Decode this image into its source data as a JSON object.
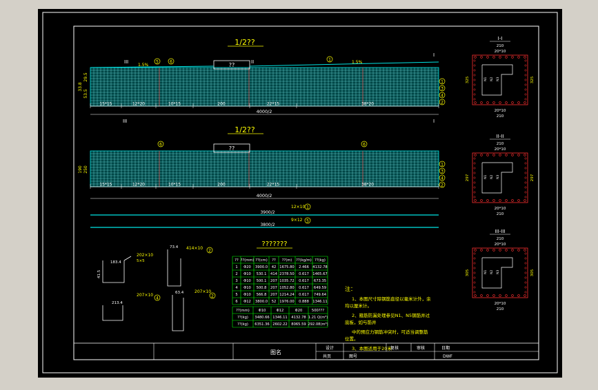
{
  "colors": {
    "background": "#000000",
    "frame": "#ffffff",
    "cyan": "#00e5e5",
    "yellow": "#ffff00",
    "red": "#ff3030",
    "green": "#00ff00",
    "white": "#ffffff",
    "magenta": "#ff40ff"
  },
  "elevation_1": {
    "title": "1/2??",
    "marker_a": "I",
    "marker_a2": "III",
    "marker_b": "II",
    "marker_c": "I",
    "slope_left": "1.5%",
    "slope_right": "1.5%",
    "circle_5": "5",
    "circle_6": "6",
    "circle_1": "1",
    "center_box": "??",
    "dims": [
      "15*15",
      "12*20",
      "10*15",
      "200",
      "22*15",
      "38*20"
    ],
    "total": "4000/2",
    "marker_bottom_left": "III",
    "marker_bottom_right": "I",
    "left_labels": [
      "33.8",
      "29.5",
      "53.5"
    ],
    "right_circles": [
      "1",
      "3",
      "4",
      "2"
    ]
  },
  "elevation_2": {
    "title": "1/2??",
    "circle_6": "6",
    "circle_6b": "6",
    "center_box": "??",
    "dims": [
      "15*15",
      "12*20",
      "10*15",
      "200",
      "22*15",
      "38*20"
    ],
    "total": "4000/2",
    "left_labels": [
      "190",
      "250"
    ],
    "right_circles": [
      "1",
      "3",
      "4",
      "2"
    ]
  },
  "longitudinal": {
    "line1_dim": "3900/2",
    "line1_label": "12×10",
    "line1_circle": "1",
    "line2_dim": "3800/2",
    "line2_label": "9×12",
    "line2_circle": "5"
  },
  "sections": {
    "s1_title": "I-I",
    "s2_title": "II-II",
    "s3_title": "III-III",
    "top_dim": "210",
    "sub_dim": "20*10",
    "bottom_dim": "20*10",
    "bottom_dim2": "210",
    "side_dim_1": "325",
    "side_dim_2": "297",
    "side_dim_3": "305",
    "inner_labels": [
      "N1",
      "N2",
      "N3"
    ]
  },
  "details": {
    "d1_label": "202×10",
    "d1_sub": "5×5",
    "d1_dim1": "183.4",
    "d1_dim2": "41.5",
    "d2_label": "414×10",
    "d2_circle": "2",
    "d2_dim": "73.4",
    "d3_label": "207×10",
    "d3_circle": "4",
    "d3_dim": "213.4",
    "d4_label": "207×10",
    "d4_circle": "2",
    "d4_dim": "63.4"
  },
  "table": {
    "title": "???????",
    "headers": [
      "??",
      "??(mm)",
      "??(cm)",
      "??",
      "??(m)",
      "??(kg/m)",
      "??(kg)"
    ],
    "rows": [
      [
        "1",
        "Φ20",
        "3900.0",
        "42",
        "1675.80",
        "2.466",
        "4132.78"
      ],
      [
        "2",
        "Φ10",
        "530.1",
        "414",
        "2378.50",
        "0.617",
        "1465.67"
      ],
      [
        "3",
        "Φ10",
        "500.1",
        "207",
        "1035.72",
        "0.617",
        "673.35"
      ],
      [
        "4",
        "Φ10",
        "500.8",
        "207",
        "1052.80",
        "0.617",
        "649.59"
      ],
      [
        "5",
        "Φ10",
        "566.8",
        "207",
        "1214.24",
        "0.617",
        "749.64"
      ],
      [
        "6",
        "Φ12",
        "3800.0",
        "52",
        "1976.00",
        "0.888",
        "1346.11"
      ]
    ],
    "sum_headers": [
      "??(mm)",
      "Φ10",
      "Φ12",
      "Φ20",
      "500???"
    ],
    "sum_rows": [
      [
        "??(kg)",
        "3480.66",
        "1346.11",
        "4132.78",
        "1.21 Q(m³)"
      ],
      [
        "??(kg)",
        "6351.36",
        "2602.22",
        "8065.59",
        "292.08(m³)"
      ]
    ]
  },
  "notes": {
    "title": "注：",
    "lines": [
      "1、本图尺寸除钢筋直径以毫米计外，余",
      "均以厘米计。",
      "2、箍筋防漏处理参见N1、N5钢筋并过",
      "底板，如与筋并",
      "中的预应力钢筋冲突时，可适当调整筋",
      "位置。",
      "3、本图适用于20米"
    ]
  },
  "title_block": {
    "name_label": "图名",
    "cells_row1": [
      "设计",
      "复核",
      "审核",
      "日期"
    ],
    "cells_row2": [
      "共页",
      "图号"
    ],
    "date_value": "DWF"
  }
}
